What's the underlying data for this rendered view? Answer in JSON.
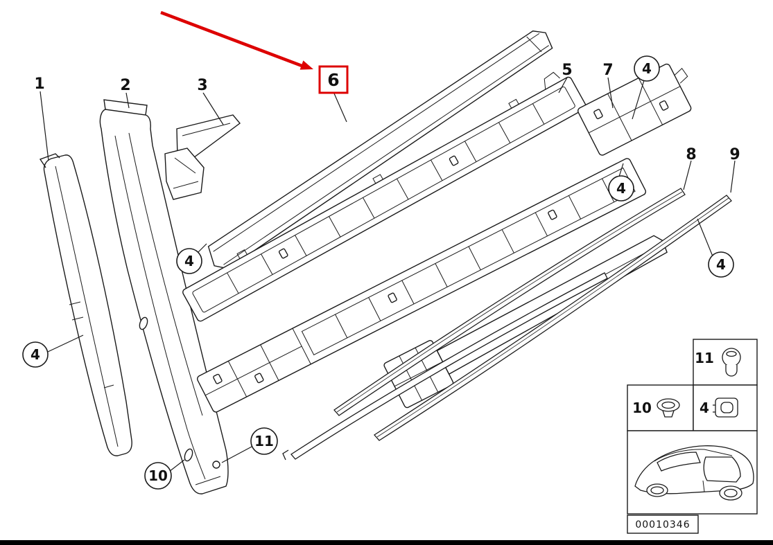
{
  "colors": {
    "highlight": "#dd0000",
    "line": "#1a1a1a",
    "background": "#ffffff"
  },
  "callouts": {
    "part1": "1",
    "part2": "2",
    "part3": "3",
    "part4": "4",
    "part5": "5",
    "part6": "6",
    "part7": "7",
    "part8": "8",
    "part9": "9",
    "part10": "10",
    "part11": "11"
  },
  "legend": {
    "fastener_label": "11",
    "clip_label": "10",
    "grommet_label": "4"
  },
  "doc_number": "00010346"
}
